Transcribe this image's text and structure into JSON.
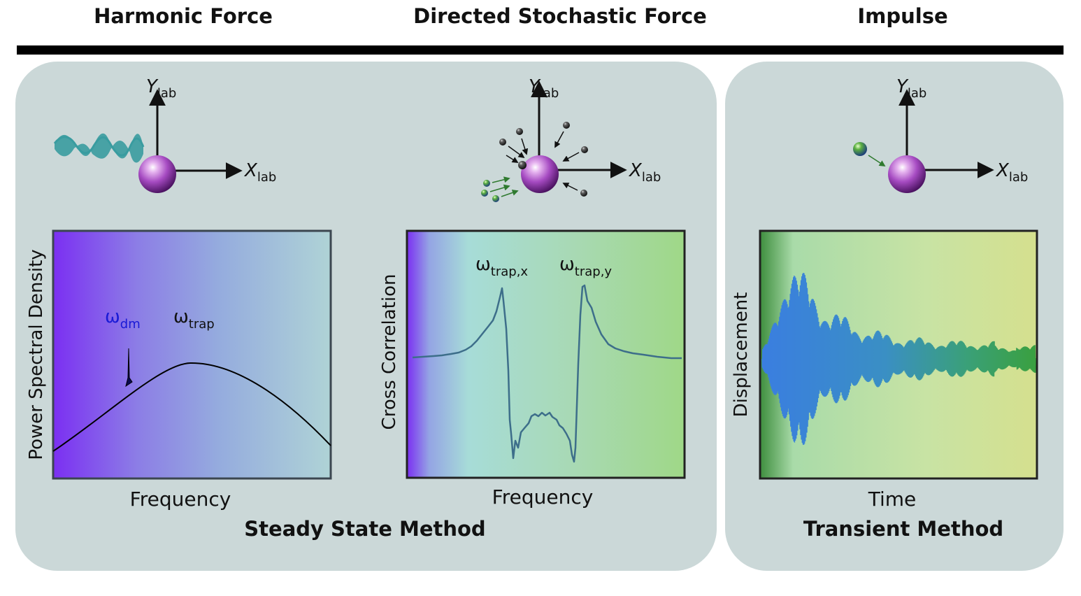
{
  "headers": {
    "harmonic": "Harmonic Force",
    "stochastic": "Directed Stochastic Force",
    "impulse": "Impulse"
  },
  "panels": {
    "steady_state": {
      "method_label": "Steady State Method"
    },
    "transient": {
      "method_label": "Transient Method"
    }
  },
  "axes_labels": {
    "x_letter": "X",
    "y_letter": "Y",
    "subscript": "lab"
  },
  "plots": {
    "psd": {
      "ylabel": "Power Spectral Density",
      "xlabel": "Frequency",
      "peak_dm": {
        "symbol": "ω",
        "sub": "dm"
      },
      "peak_trap": {
        "symbol": "ω",
        "sub": "trap"
      }
    },
    "cross": {
      "ylabel": "Cross Correlation",
      "xlabel": "Frequency",
      "peak_x": {
        "symbol": "ω",
        "sub": "trap,x"
      },
      "peak_y": {
        "symbol": "ω",
        "sub": "trap,y"
      }
    },
    "displacement": {
      "ylabel": "Displacement",
      "xlabel": "Time"
    }
  },
  "colors": {
    "panel_bg": "#cbd8d8",
    "sphere": "#9b3fb5",
    "wave": "#3a9ca0",
    "dm_label": "#1a1ad6"
  }
}
